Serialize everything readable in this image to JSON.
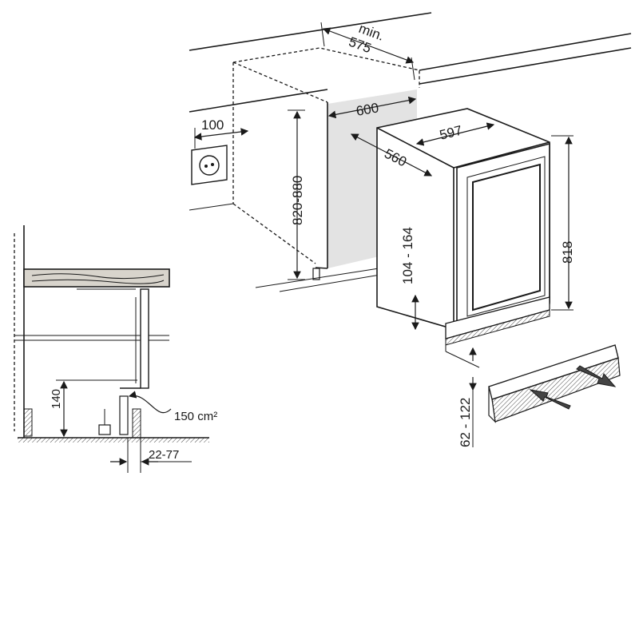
{
  "dimensions": {
    "min_label": "min.",
    "niche_depth": "575",
    "niche_width": "600",
    "socket_offset": "100",
    "niche_height": "820-880",
    "appliance_width": "597",
    "appliance_depth": "560",
    "appliance_height": "818",
    "adjust_range": "104 - 164",
    "plinth_range": "62 - 122",
    "vent_height": "140",
    "vent_area": "150 cm²",
    "plinth_offset": "22-77"
  },
  "icons": {
    "socket": "power-socket-icon",
    "airflow_in": "air-intake-arrow-icon",
    "airflow_out": "air-exhaust-arrow-icon"
  },
  "colors": {
    "line": "#1a1a1a",
    "niche_shadow": "#e3e3e3",
    "wood": "#d8d4cc"
  }
}
